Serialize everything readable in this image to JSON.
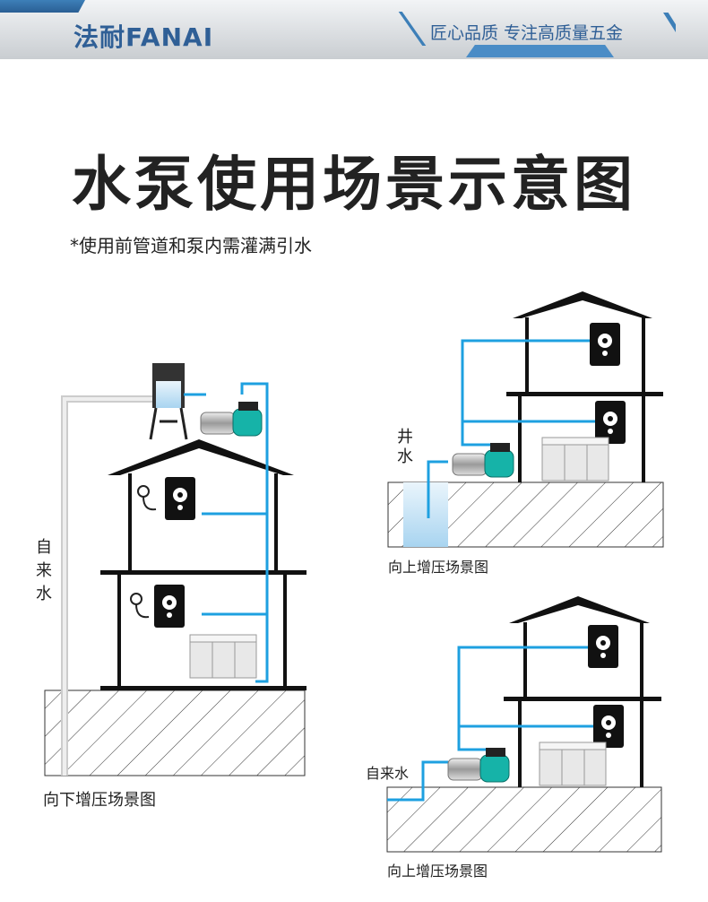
{
  "header": {
    "brand": "法耐FANAI",
    "slogan": "匠心品质 专注高质量五金"
  },
  "title": "水泵使用场景示意图",
  "subtitle": "*使用前管道和泵内需灌满引水",
  "scenes": [
    {
      "caption": "向下增压场景图",
      "source_label": [
        "自",
        "来",
        "水"
      ]
    },
    {
      "caption": "向上增压场景图",
      "source_label": [
        "井",
        "水"
      ]
    },
    {
      "caption": "向上增压场景图",
      "source_label": [
        "自来水"
      ]
    }
  ],
  "colors": {
    "brand": "#2f5f96",
    "pipe": "#1ea0e0",
    "structure": "#1a1a1a"
  }
}
